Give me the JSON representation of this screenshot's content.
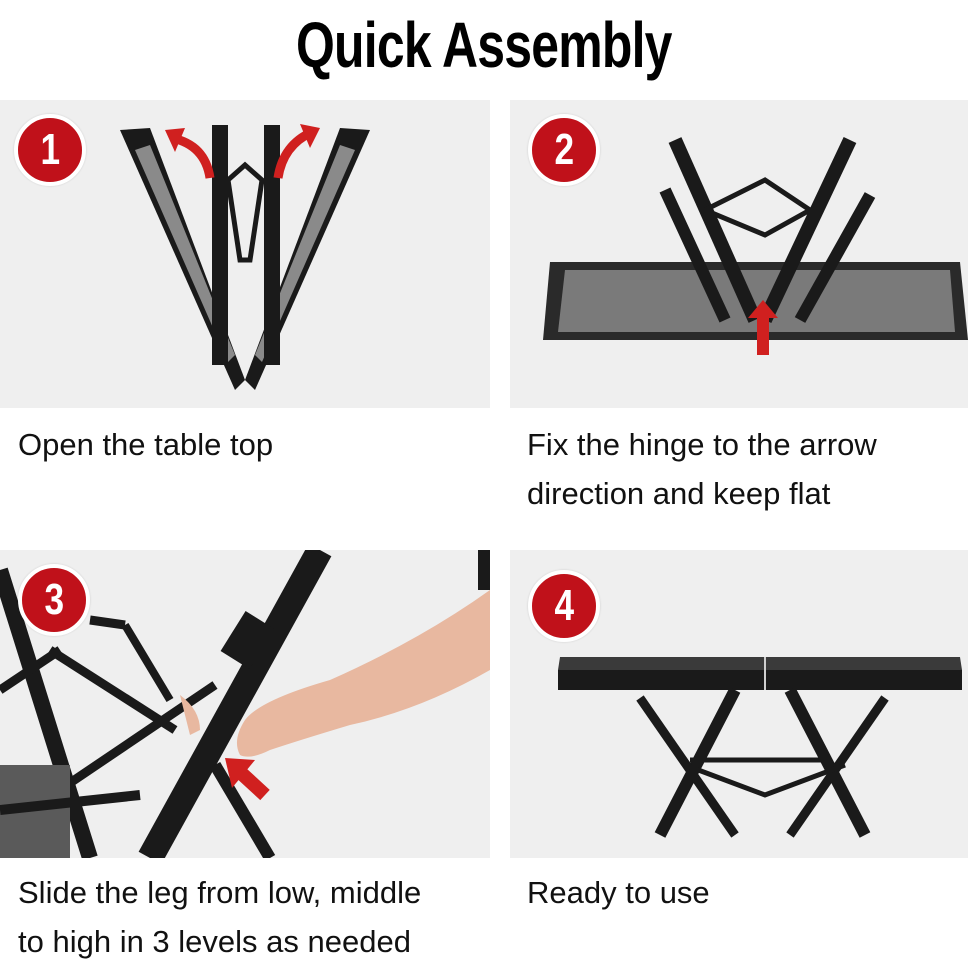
{
  "header": {
    "title": "Quick Assembly"
  },
  "steps": [
    {
      "number": "1",
      "caption_line1": "Open the table top",
      "caption_line2": ""
    },
    {
      "number": "2",
      "caption_line1": "Fix the hinge to the arrow",
      "caption_line2": "direction and keep flat"
    },
    {
      "number": "3",
      "caption_line1": "Slide the leg from low, middle",
      "caption_line2": "to high in 3 levels as needed"
    },
    {
      "number": "4",
      "caption_line1": "Ready to use",
      "caption_line2": ""
    }
  ],
  "colors": {
    "badge": "#c0111a",
    "arrow": "#d0201f",
    "panel_bg": "#efefef",
    "frame": "#1a1a1a"
  }
}
